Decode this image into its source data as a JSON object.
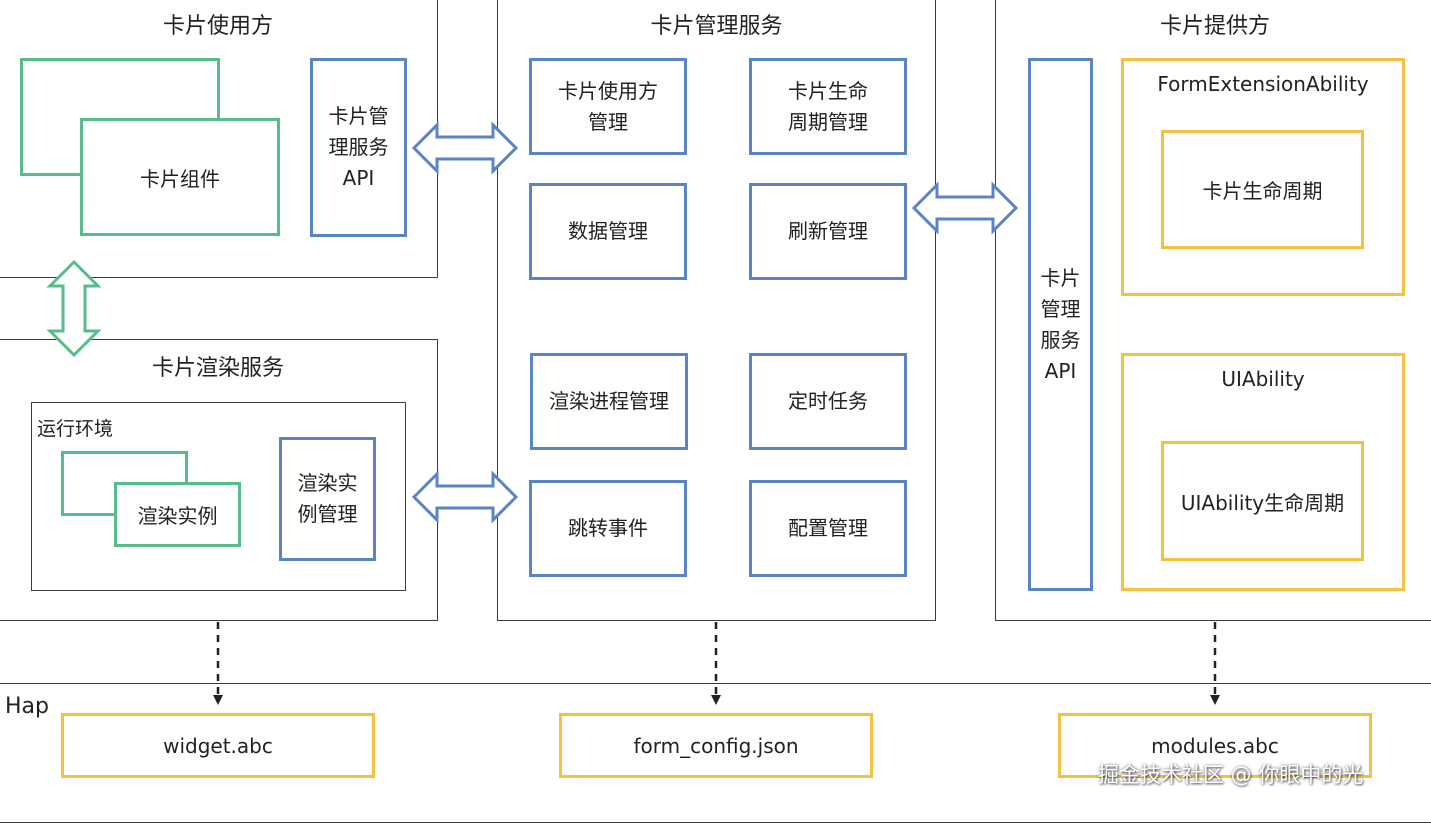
{
  "consumer": {
    "title": "卡片使用方",
    "widget_label": "卡片组件",
    "api_label": [
      "卡片管",
      "理服务",
      "API"
    ]
  },
  "render": {
    "title": "卡片渲染服务",
    "env_label": "运行环境",
    "instance_label": "渲染实例",
    "manager_label": [
      "渲染实",
      "例管理"
    ]
  },
  "service": {
    "title": "卡片管理服务",
    "modules": [
      [
        "卡片使用方",
        "管理"
      ],
      [
        "卡片生命",
        "周期管理"
      ],
      [
        "数据管理"
      ],
      [
        "刷新管理"
      ],
      [
        "渲染进程管理"
      ],
      [
        "定时任务"
      ],
      [
        "跳转事件"
      ],
      [
        "配置管理"
      ]
    ]
  },
  "provider": {
    "title": "卡片提供方",
    "api_label": [
      "卡片",
      "管理",
      "服务",
      "API"
    ],
    "form_ext": {
      "title": "FormExtensionAbility",
      "inner": "卡片生命周期"
    },
    "uiability": {
      "title": "UIAbility",
      "inner": "UIAbility生命周期"
    }
  },
  "hap": {
    "label": "Hap",
    "files": [
      "widget.abc",
      "form_config.json",
      "modules.abc"
    ]
  },
  "watermark": "掘金技术社区 @ 你眼中的光",
  "colors": {
    "blue": "#5b84c4",
    "green": "#57bb8a",
    "yellow": "#f3c242",
    "border": "#3c3c3c"
  }
}
